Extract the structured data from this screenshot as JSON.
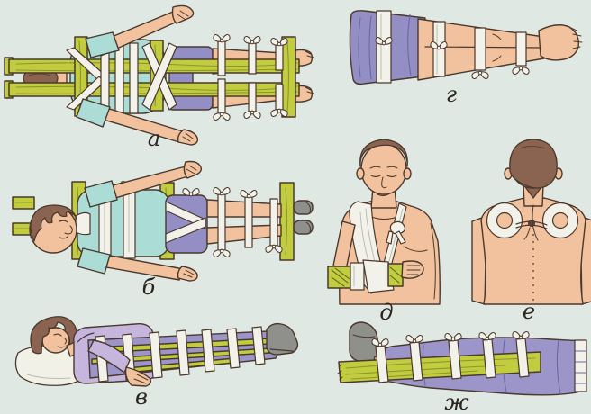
{
  "figures": [
    {
      "label": "а",
      "name": "full-body-board-immobilization-top-view"
    },
    {
      "label": "б",
      "name": "full-body-board-immobilization-front-view"
    },
    {
      "label": "в",
      "name": "lying-patient-long-side-splint"
    },
    {
      "label": "г",
      "name": "legs-bound-together-as-splint"
    },
    {
      "label": "д",
      "name": "forearm-splint-with-shoulder-sling"
    },
    {
      "label": "е",
      "name": "figure-eight-shoulder-bandage-back-view"
    },
    {
      "label": "ж",
      "name": "leg-splint-bandaged-over-clothing"
    }
  ],
  "colors": {
    "background": "#dfe8e2",
    "outline": "#4a382c",
    "skin": "#f2c29e",
    "wood": "#c2cc3f",
    "wood_dark": "#5a611c",
    "grain": "#8d9630",
    "teal": "#abdcd5",
    "purple": "#938fc5",
    "purple_dark": "#6b68a0",
    "lilac": "#c6b6de",
    "trousers": "#9b95c9",
    "bandage": "#f3f2ea",
    "bandage_shade": "#b9bdb3",
    "hair": "#8a6450",
    "hair_dark": "#5f4334",
    "grey": "#8f8f8c",
    "grey_dark": "#5c5c58",
    "pillow": "#f2f1e7",
    "label": "#2c241e"
  }
}
